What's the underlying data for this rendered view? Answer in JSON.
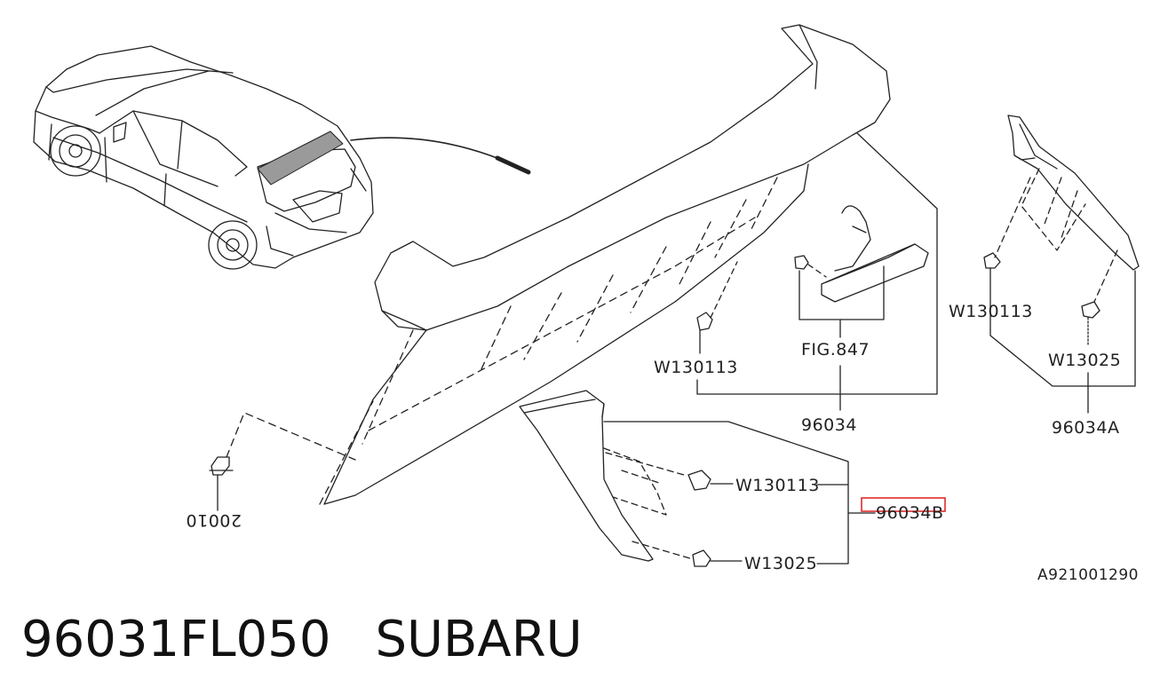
{
  "labels": {
    "fig847": "FIG.847",
    "p96034": "96034",
    "p96034A": "96034A",
    "p96034B": "96034B",
    "w130113_left": "W130113",
    "w130113_right": "W130113",
    "w130113_lower": "W130113",
    "w13025_right": "W13025",
    "w13025_lower": "W13025",
    "s20010": "20010",
    "ref": "A921001290"
  },
  "highlight_color": "#e02b2b",
  "footer": {
    "part_number": "96031FL050",
    "brand": "SUBARU"
  }
}
